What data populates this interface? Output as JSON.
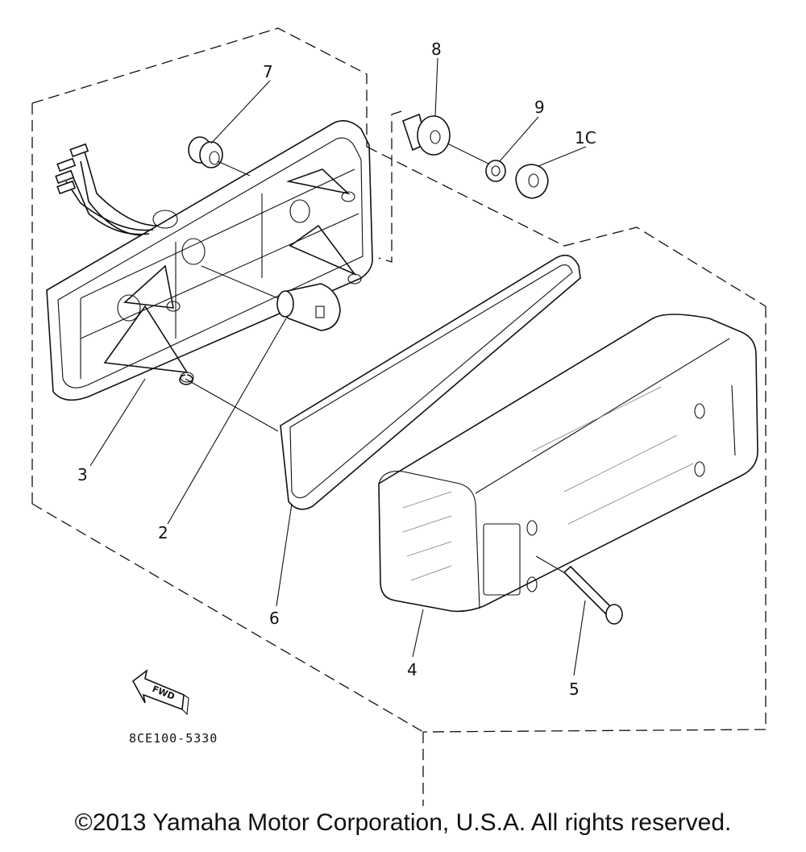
{
  "diagram": {
    "callouts": {
      "c1": "2",
      "c2": "3",
      "c3": "4",
      "c4": "5",
      "c5": "6",
      "c6": "7",
      "c7": "8",
      "c8": "9",
      "c9": "1C"
    },
    "fwd_label": "FWD",
    "drawing_code": "8CE100-5330"
  },
  "copyright": "©2013 Yamaha Motor Corporation, U.S.A. All rights reserved."
}
